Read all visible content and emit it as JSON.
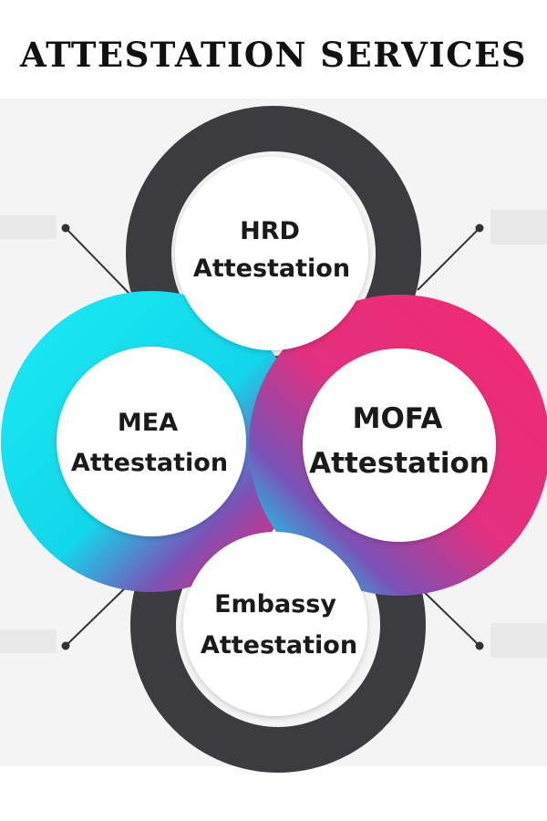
{
  "title": "ATTESTATION SERVICES",
  "nodes": {
    "hrd": {
      "line1": "HRD",
      "line2": "Attestation"
    },
    "mea": {
      "line1": "MEA",
      "line2": "Attestation"
    },
    "mofa": {
      "line1": "MOFA",
      "line2": "Attestation"
    },
    "embassy": {
      "line1": "Embassy",
      "line2": "Attestation"
    }
  },
  "colors": {
    "dark_ring": "#3c3c40",
    "cyan": "#12e1ee",
    "pink": "#ee2c78",
    "purple": "#7a52b6",
    "title": "#111111"
  }
}
